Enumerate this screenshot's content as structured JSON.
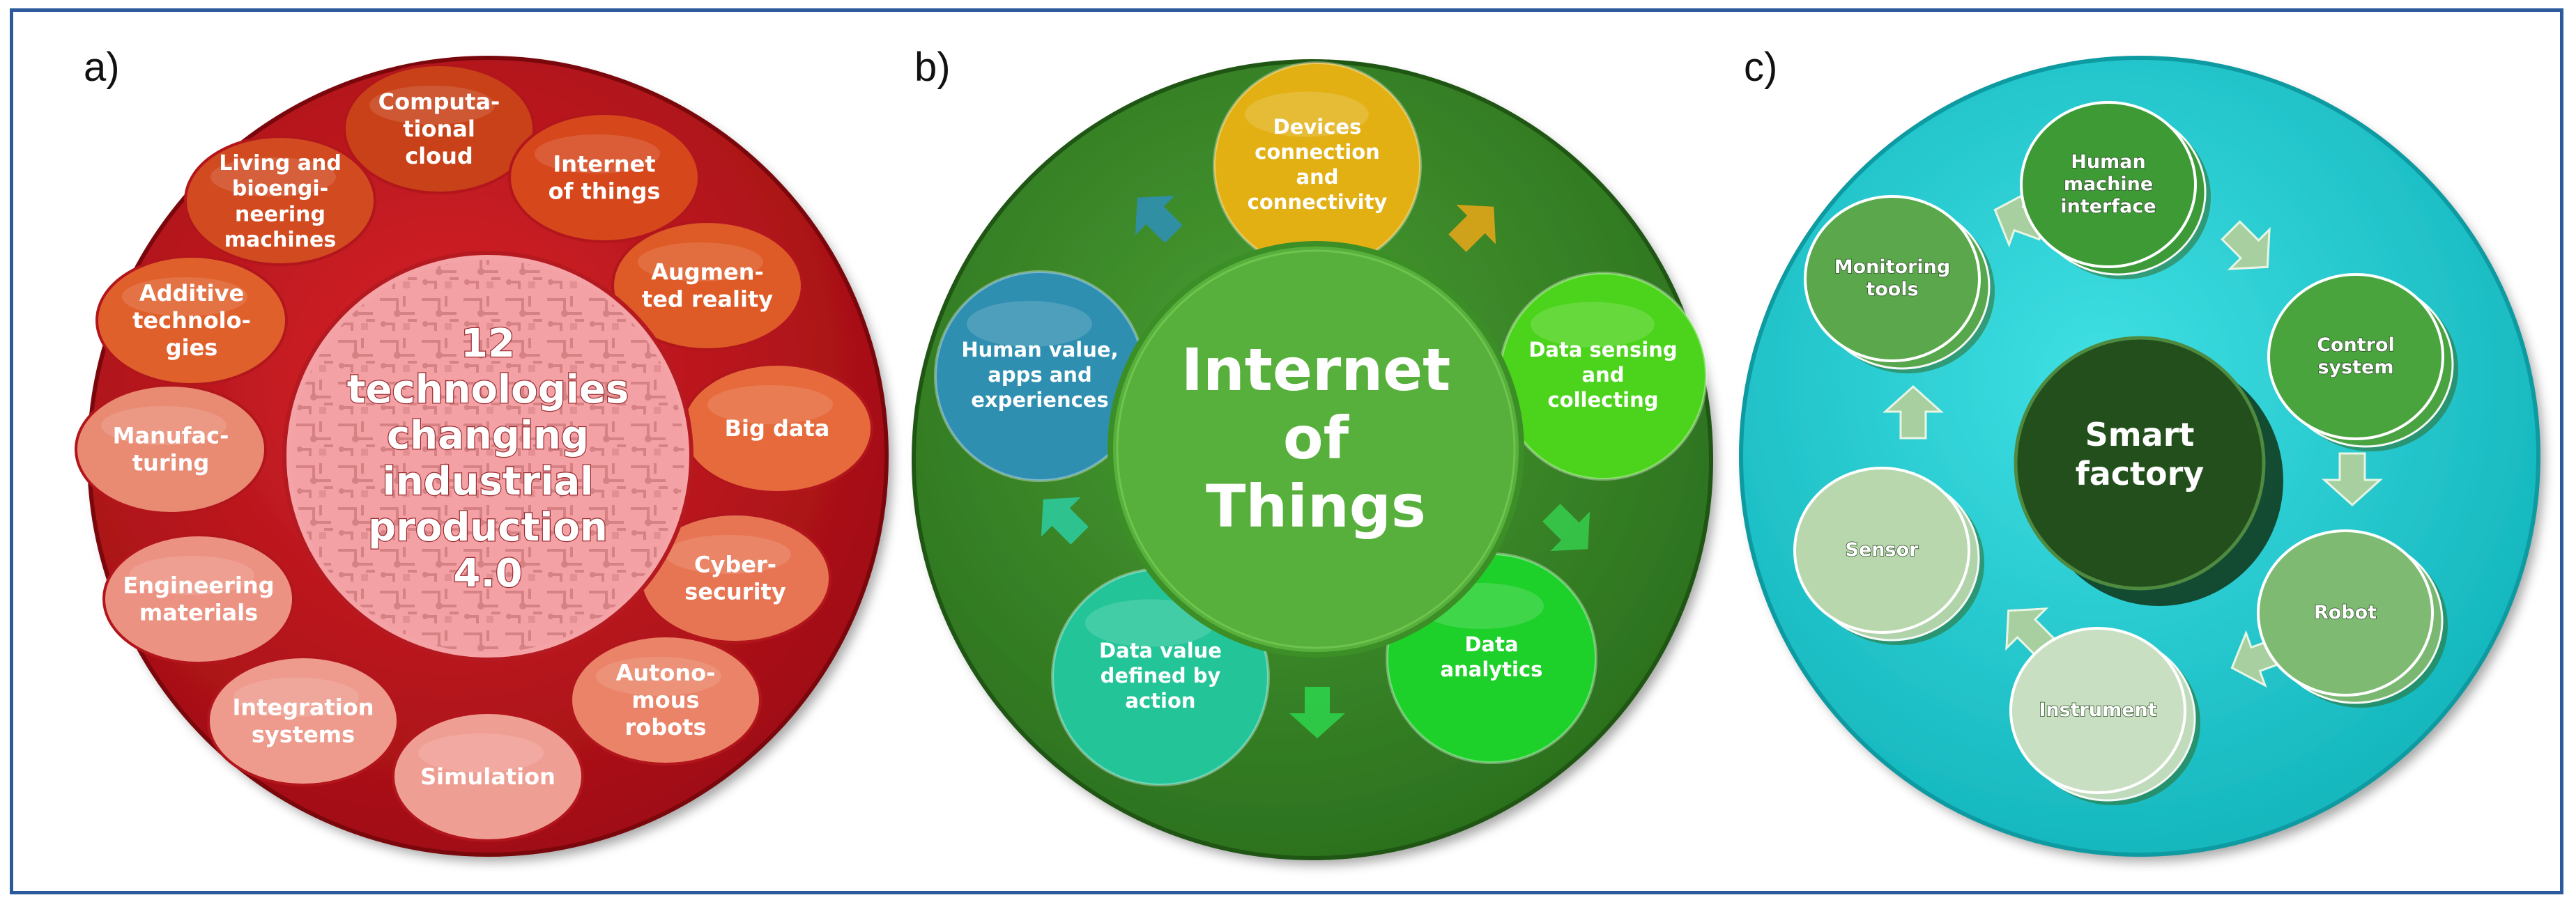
{
  "panel_labels": [
    "a)",
    "b)",
    "c)"
  ],
  "panel_a": {
    "center": [
      "12",
      "technologies",
      "changing",
      "industrial",
      "production",
      "4.0"
    ],
    "items": [
      [
        "Computa-",
        "tional",
        "cloud"
      ],
      [
        "Internet",
        "of things"
      ],
      [
        "Augmen-",
        "ted reality"
      ],
      [
        "Big data"
      ],
      [
        "Cyber-",
        "security"
      ],
      [
        "Autono-",
        "mous",
        "robots"
      ],
      [
        "Simulation"
      ],
      [
        "Integration",
        "systems"
      ],
      [
        "Engineering",
        "materials"
      ],
      [
        "Manufac-",
        "turing"
      ],
      [
        "Additive",
        "technolo-",
        "gies"
      ],
      [
        "Living and",
        "bioengi-",
        "neering",
        "machines"
      ]
    ],
    "colors": {
      "outer": "#c0141a",
      "inner_disc": "#f4a3a6"
    }
  },
  "panel_b": {
    "center": [
      "Internet",
      "of",
      "Things"
    ],
    "items": [
      [
        "Devices",
        "connection",
        "and",
        "connectivity"
      ],
      [
        "Data sensing",
        "and",
        "collecting"
      ],
      [
        "Data",
        "analytics"
      ],
      [
        "Data value",
        "defined by",
        "action"
      ],
      [
        "Human value,",
        "apps and",
        "experiences"
      ]
    ],
    "colors": {
      "outer": "#3a8a28",
      "center": "#57b03c"
    }
  },
  "panel_c": {
    "center": [
      "Smart",
      "factory"
    ],
    "items": [
      [
        "Human",
        "machine",
        "interface"
      ],
      [
        "Control",
        "system"
      ],
      [
        "Robot"
      ],
      [
        "Instrument"
      ],
      [
        "Sensor"
      ],
      [
        "Monitoring",
        "tools"
      ]
    ],
    "colors": {
      "outer": "#1ec9cf",
      "center": "#234f1c"
    }
  }
}
